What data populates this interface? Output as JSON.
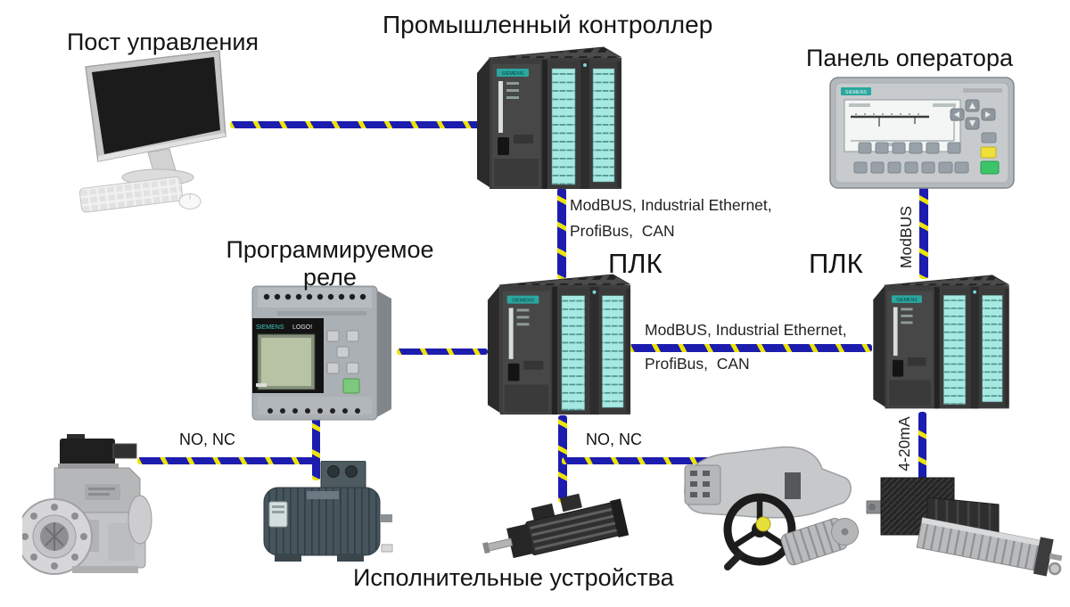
{
  "nodes": {
    "control_post": {
      "label": "Пост управления"
    },
    "industrial_controller": {
      "label": "Промышленный контроллер"
    },
    "operator_panel": {
      "label": "Панель оператора"
    },
    "programmable_relay": {
      "label_line1": "Программируемое",
      "label_line2": "реле"
    },
    "plc_center": {
      "label": "ПЛК"
    },
    "plc_right": {
      "label": "ПЛК"
    },
    "actuators": {
      "label": "Исполнительные устройства"
    }
  },
  "links": {
    "controller_plc": {
      "line1": "ModBUS, Industrial Ethernet,",
      "line2": "ProfiBus,  CAN"
    },
    "plc_plc": {
      "line1": "ModBUS, Industrial Ethernet,",
      "line2": "ProfiBus,  CAN"
    },
    "panel_plc": {
      "label": "ModBUS"
    },
    "valve_link": {
      "label": "NO, NC"
    },
    "plc_actuator_link": {
      "label": "NO, NC"
    },
    "analog_link": {
      "label": "4-20mA"
    }
  },
  "device_marks": {
    "siemens": "SIEMENS",
    "logo": "LOGO!"
  },
  "colors": {
    "cable_blue": "#1c1caf",
    "cable_yellow": "#ece40a",
    "siemens_teal": "#2ba79f",
    "io_label_cyan": "#a6e9e3",
    "background": "#ffffff"
  }
}
